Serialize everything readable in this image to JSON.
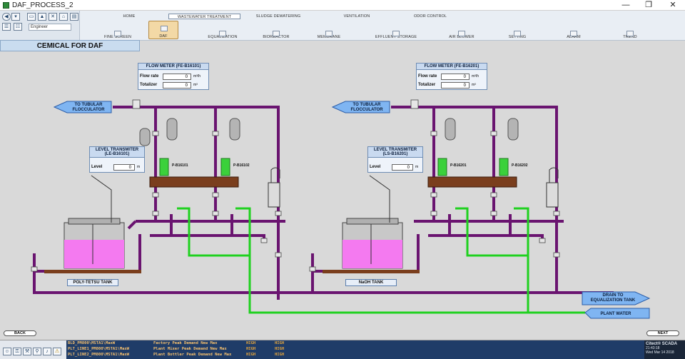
{
  "window": {
    "title": "DAF_PROCESS_2",
    "minimize": "—",
    "maximize": "❐",
    "close": "✕"
  },
  "toolbar": {
    "user_role": "Engineer"
  },
  "nav": {
    "top_tabs": [
      "HOME",
      "WASTEWATER TREATMENT",
      "SLUDGE DEWATERING",
      "VENTILATION",
      "ODOR CONTROL"
    ],
    "active_top": "WASTEWATER TREATMENT",
    "sub_tabs": [
      "FINE SCREEN",
      "DAF",
      "EQUALIZATION",
      "BIOREACTOR",
      "MEMBRANE",
      "EFFLUENT STORAGE",
      "AIR BLOWER",
      "SETTING",
      "ALARM",
      "TREND"
    ],
    "active_sub": "DAF"
  },
  "page": {
    "header": "CEMICAL FOR DAF"
  },
  "left": {
    "flow_meter": {
      "title": "FLOW METER (FE-B16101)",
      "rate_label": "Flow rate",
      "rate_value": "0",
      "rate_unit": "m³/h",
      "tot_label": "Totalizer",
      "tot_value": "0",
      "tot_unit": "m³"
    },
    "dest": "TO TUBULAR\nFLOCCULATOR",
    "level": {
      "title": "LEVEL TRANSMITER\n(LE-B16101)",
      "label": "Level",
      "value": "0",
      "unit": "m"
    },
    "pump1": "P-B16101",
    "pump2": "P-B16102",
    "tank": "POLY-TETSU TANK"
  },
  "right": {
    "flow_meter": {
      "title": "FLOW METER (FE-B16201)",
      "rate_label": "Flow rate",
      "rate_value": "0",
      "rate_unit": "m³/h",
      "tot_label": "Totalizer",
      "tot_value": "0",
      "tot_unit": "m³"
    },
    "dest": "TO TUBULAR\nFLOCCULATOR",
    "level": {
      "title": "LEVEL TRANSMITER\n(LS-B16201)",
      "label": "Level",
      "value": "0",
      "unit": "m"
    },
    "pump1": "P-B16201",
    "pump2": "P-B16202",
    "tank": "NaOH  TANK"
  },
  "drain": "DRAIN TO\nEQUALIZATION TANK",
  "plant_water": "PLANT WATER",
  "buttons": {
    "back": "BACK",
    "next": "NEXT"
  },
  "alarms": [
    {
      "tag": "BLD_PM800\\MSTA1\\MaxW",
      "desc": "Factory Peak Demand New Max",
      "level": "HIGH",
      "level2": "HIGH"
    },
    {
      "tag": "PLT_LINE1_PM800\\MSTA1\\MaxW",
      "desc": "Plant Mixer Peak Demand New Max",
      "level": "HIGH",
      "level2": "HIGH"
    },
    {
      "tag": "PLT_LINE2_PM800\\MSTA1\\MaxW",
      "desc": "Plant Bottler Peak Demand New Max",
      "level": "HIGH",
      "level2": "HIGH"
    }
  ],
  "clock": {
    "brand": "Citect® SCADA",
    "time": "21:43:18",
    "date": "Wed Mar 14 2018"
  },
  "colors": {
    "pipe": "#6a1470",
    "water": "#1fd11f",
    "tank_liquid": "#f47af0",
    "pump": "#3bd13b"
  }
}
